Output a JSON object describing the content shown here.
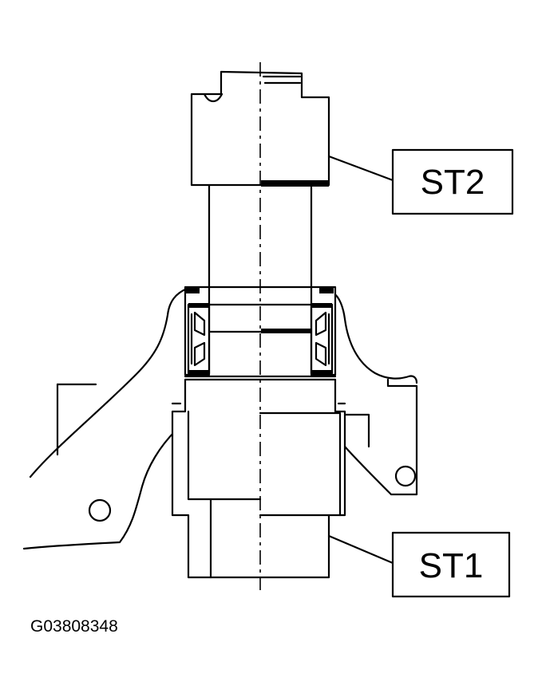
{
  "labels": {
    "st2": "ST2",
    "st1": "ST1"
  },
  "figure_code": "G03808348",
  "colors": {
    "line": "#000000",
    "background": "#ffffff"
  }
}
